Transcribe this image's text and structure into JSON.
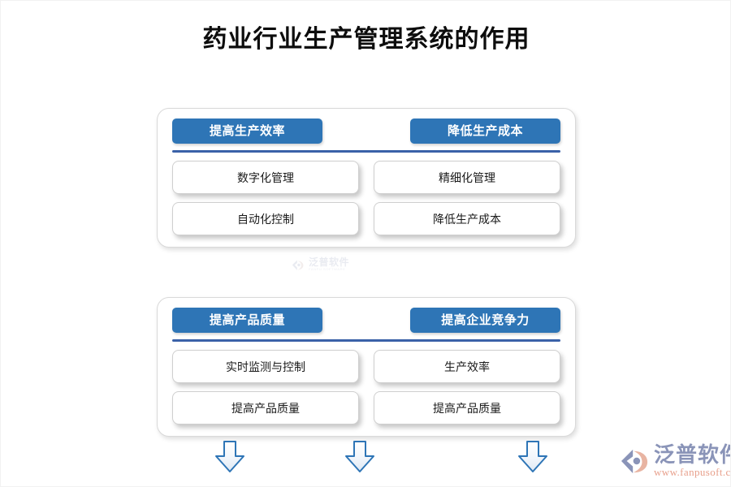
{
  "page": {
    "title": "药业行业生产管理系统的作用",
    "background_color": "#ffffff"
  },
  "theme": {
    "pill_color": "#2E75B6",
    "divider_color": "#3A61A8",
    "arrow_stroke": "#2E75B6",
    "item_border": "#cfcfcf",
    "card_border": "#d9d9d9",
    "title_color": "#0d0d0d"
  },
  "cards": [
    {
      "name": "card-one",
      "columns": [
        {
          "header": "提高生产效率",
          "items": [
            "数字化管理",
            "自动化控制"
          ]
        },
        {
          "header": "降低生产成本",
          "items": [
            "精细化管理",
            "降低生产成本"
          ]
        }
      ]
    },
    {
      "name": "card-two",
      "columns": [
        {
          "header": "提高产品质量",
          "items": [
            "实时监测与控制",
            "提高产品质量"
          ]
        },
        {
          "header": "提高企业竞争力",
          "items": [
            "生产效率",
            "提高产品质量"
          ]
        }
      ]
    }
  ],
  "arrows": [
    {
      "name": "arrow-down-1",
      "icon": "arrow-down-icon"
    },
    {
      "name": "arrow-down-2",
      "icon": "arrow-down-icon"
    },
    {
      "name": "arrow-down-3",
      "icon": "arrow-down-icon"
    }
  ],
  "watermark": {
    "icon": "fanpu-logo-icon",
    "text_cn": "泛普软件",
    "text_en": "FANPU SOFTWARE"
  },
  "brand": {
    "icon": "fanpu-logo-icon",
    "text_cn": "泛普软件",
    "url": "www.fanpusoft.com"
  }
}
